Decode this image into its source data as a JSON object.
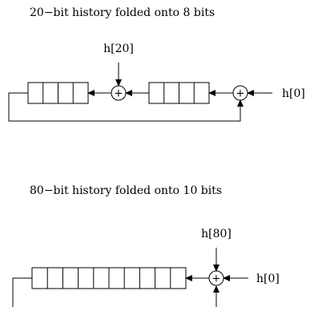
{
  "diagrams": [
    {
      "title": "20−bit history folded onto 8 bits",
      "input_top": "h[20]",
      "input_right": "h[0]",
      "xor_symbol": "+"
    },
    {
      "title": "80−bit history folded onto 10 bits",
      "input_top": "h[80]",
      "input_right": "h[0]",
      "xor_symbol": "+"
    }
  ]
}
